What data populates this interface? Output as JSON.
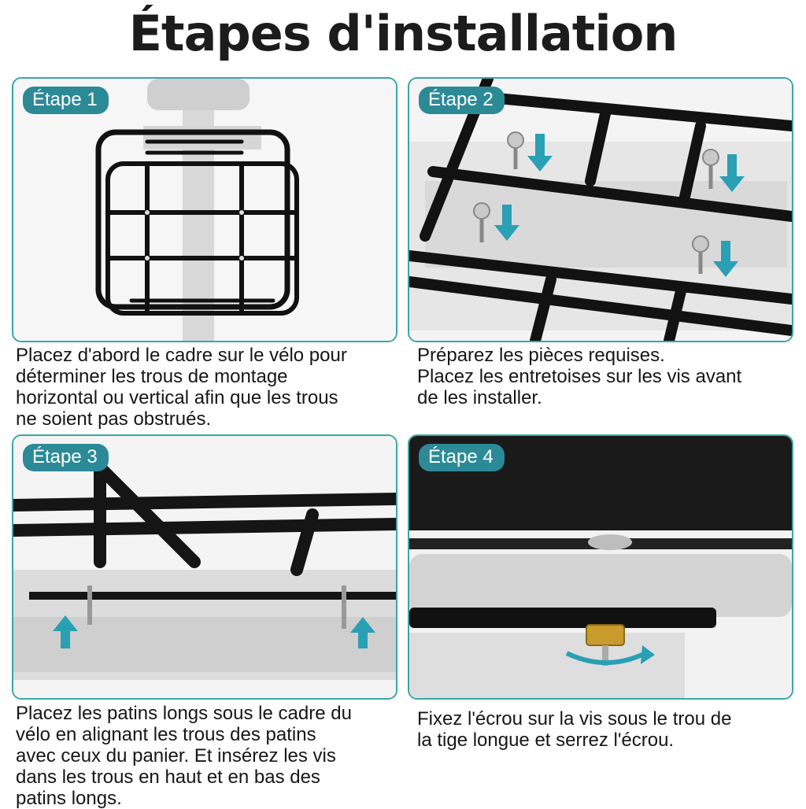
{
  "title": "Étapes d'installation",
  "steps": [
    {
      "label": "Étape 1",
      "text": "Placez d'abord le cadre sur le vélo pour\ndéterminer les trous de montage\nhorizontal ou vertical afin que les trous\nne soient pas obstrués."
    },
    {
      "label": "Étape 2",
      "text": "Préparez les pièces requises.\nPlacez les entretoises sur les vis avant\nde les installer."
    },
    {
      "label": "Étape 3",
      "text": "Placez les patins longs sous le cadre du\nvélo en alignant les trous des patins\navec ceux du panier. Et insérez les vis\ndans les trous en haut et en bas des\n patins longs."
    },
    {
      "label": "Étape 4",
      "text": "Fixez l'écrou sur la vis sous le trou de\nla tige longue et serrez l'écrou."
    }
  ],
  "colors": {
    "accent": "#2c8a97",
    "border": "#3aa6a6",
    "arrow": "#2aa0b4",
    "metal": "#111111"
  }
}
